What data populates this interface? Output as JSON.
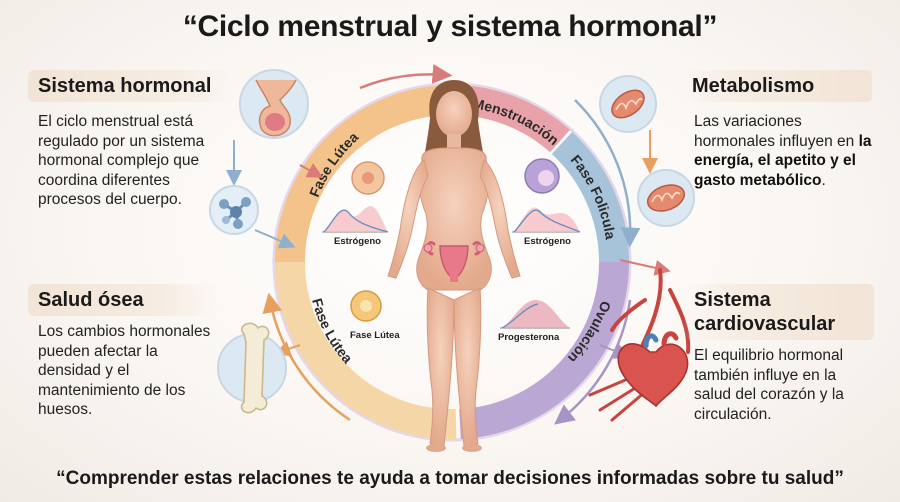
{
  "title": "“Ciclo menstrual y sistema hormonal”",
  "footer": "“Comprender estas relaciones te ayuda a tomar decisiones informadas sobre tu salud”",
  "panels": {
    "hormonal": {
      "heading": "Sistema hormonal",
      "body": "El ciclo menstrual está regulado por un sistema hormonal complejo que coordina diferentes procesos del cuerpo."
    },
    "metabolismo": {
      "heading": "Metabolismo",
      "body_pre": "Las variaciones hormonales influyen en ",
      "body_bold": "la energía, el apetito y el gasto metabólico",
      "body_post": "."
    },
    "osea": {
      "heading": "Salud ósea",
      "body": "Los cambios hormonales pueden afectar la densidad y el mantenimiento de los huesos."
    },
    "cardio": {
      "heading": "Sistema cardiovascular",
      "body": "El equilibrio hormonal también influye en la salud del corazón y la circulación."
    }
  },
  "cycle": {
    "phases": {
      "menstruacion": "Menstruación",
      "folicular": "Fase Folicular",
      "ovulacion": "Ovulación",
      "lutea_top": "Fase Lútea",
      "lutea_bottom": "Fase Lútea"
    },
    "labels": {
      "estrogeno_left": "Estrógeno",
      "estrogeno_right": "Estrógeno",
      "fase_lutea_small": "Fase Lútea",
      "progesterona": "Progesterona"
    }
  },
  "colors": {
    "menstruacion": "#e8a0a8",
    "folicular": "#9fbdd6",
    "ovulacion": "#b7a3cf",
    "lutea": "#f2c58a",
    "arrow": "#d97b7b"
  },
  "icons": [
    "pituitary-gland-icon",
    "hormone-molecule-icon",
    "mitochondria-icon",
    "bone-icon",
    "heart-icon",
    "uterus-icon",
    "cell-icon",
    "hormone-curve-icon"
  ]
}
